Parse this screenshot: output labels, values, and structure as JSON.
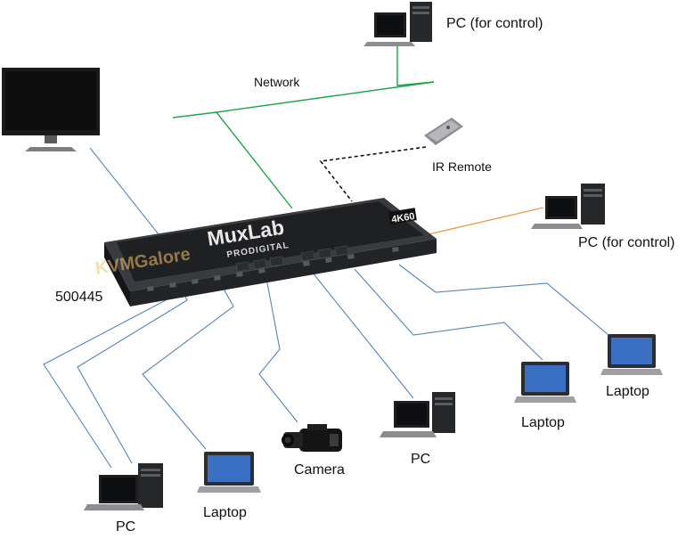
{
  "device": {
    "model": "500445",
    "brand": "MuxLab",
    "brand_sub": "PRODIGITAL",
    "badge": "4K60",
    "watermark": "KVMGalore"
  },
  "labels": {
    "pc_control_top": "PC (for control)",
    "network": "Network",
    "ir_remote": "IR Remote",
    "pc_control_right": "PC (for control)",
    "pc_bottom_left": "PC",
    "laptop_bottom_left": "Laptop",
    "camera": "Camera",
    "pc_center": "PC",
    "laptop_center_right": "Laptop",
    "laptop_right": "Laptop"
  },
  "colors": {
    "network_line": "#1aa34a",
    "hdmi_line": "#5b84b1",
    "serial_line": "#e8a050",
    "ir_line": "#111111",
    "device_body": "#1f2022"
  }
}
